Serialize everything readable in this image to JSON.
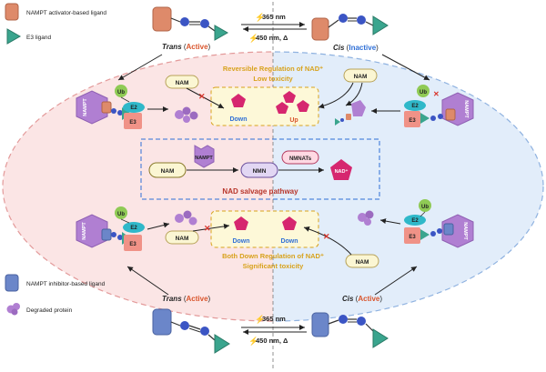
{
  "legend": {
    "activator_ligand": "NAMPT activator-based ligand",
    "e3_ligand": "E3 ligand",
    "inhibitor_ligand": "NAMPT inhibitor-based ligand",
    "degraded_protein": "Degraded protein"
  },
  "top_switch": {
    "forward": "365 nm",
    "backward": "450 nm, Δ",
    "trans_prefix": "Trans",
    "trans_state": "Active",
    "cis_prefix": "Cis",
    "cis_state": "Inactive"
  },
  "bottom_switch": {
    "forward": "365 nm",
    "backward": "450 nm, Δ",
    "trans_prefix": "Trans",
    "trans_state": "Active",
    "cis_prefix": "Cis",
    "cis_state": "Active"
  },
  "upper_region": {
    "title_line1": "Reversible Regulation of NAD⁺",
    "title_line2": "Low toxicity",
    "nam_left": "NAM",
    "nam_right": "NAM",
    "down": "Down",
    "up": "Up",
    "ub_left": "Ub",
    "ub_right": "Ub",
    "e2_left": "E2",
    "e2_right": "E2",
    "e3_left": "E3",
    "e3_right": "E3",
    "nampt_left": "NAMPT",
    "nampt_right": "NAMPT"
  },
  "salvage": {
    "nam": "NAM",
    "nampt": "NAMPT",
    "nmn": "NMN",
    "nmnats": "NMNATs",
    "nad": "NAD⁺",
    "caption": "NAD salvage pathway"
  },
  "lower_region": {
    "title_line1": "Both Down Regulation of NAD⁺",
    "title_line2": "Significant toxicity",
    "nam_left": "NAM",
    "nam_right": "NAM",
    "down_left": "Down",
    "down_right": "Down",
    "ub_left": "Ub",
    "ub_right": "Ub",
    "e2_left": "E2",
    "e2_right": "E2",
    "e3_left": "E3",
    "e3_right": "E3",
    "nampt_left": "NAMPT",
    "nampt_right": "NAMPT"
  },
  "colors": {
    "orange_red": "#d9542b",
    "blue_state": "#2f6fd6",
    "nad_magenta": "#d6266f",
    "nampt_purple": "#b07fd2",
    "ligand_orange": "#de8a6a",
    "ligand_blue": "#6b86c9",
    "e3_teal": "#3aa58e",
    "ub_green": "#8fca55",
    "azo_blue": "#3b55c4",
    "title_gold": "#d8a21c",
    "salvage_red": "#b8352a"
  }
}
